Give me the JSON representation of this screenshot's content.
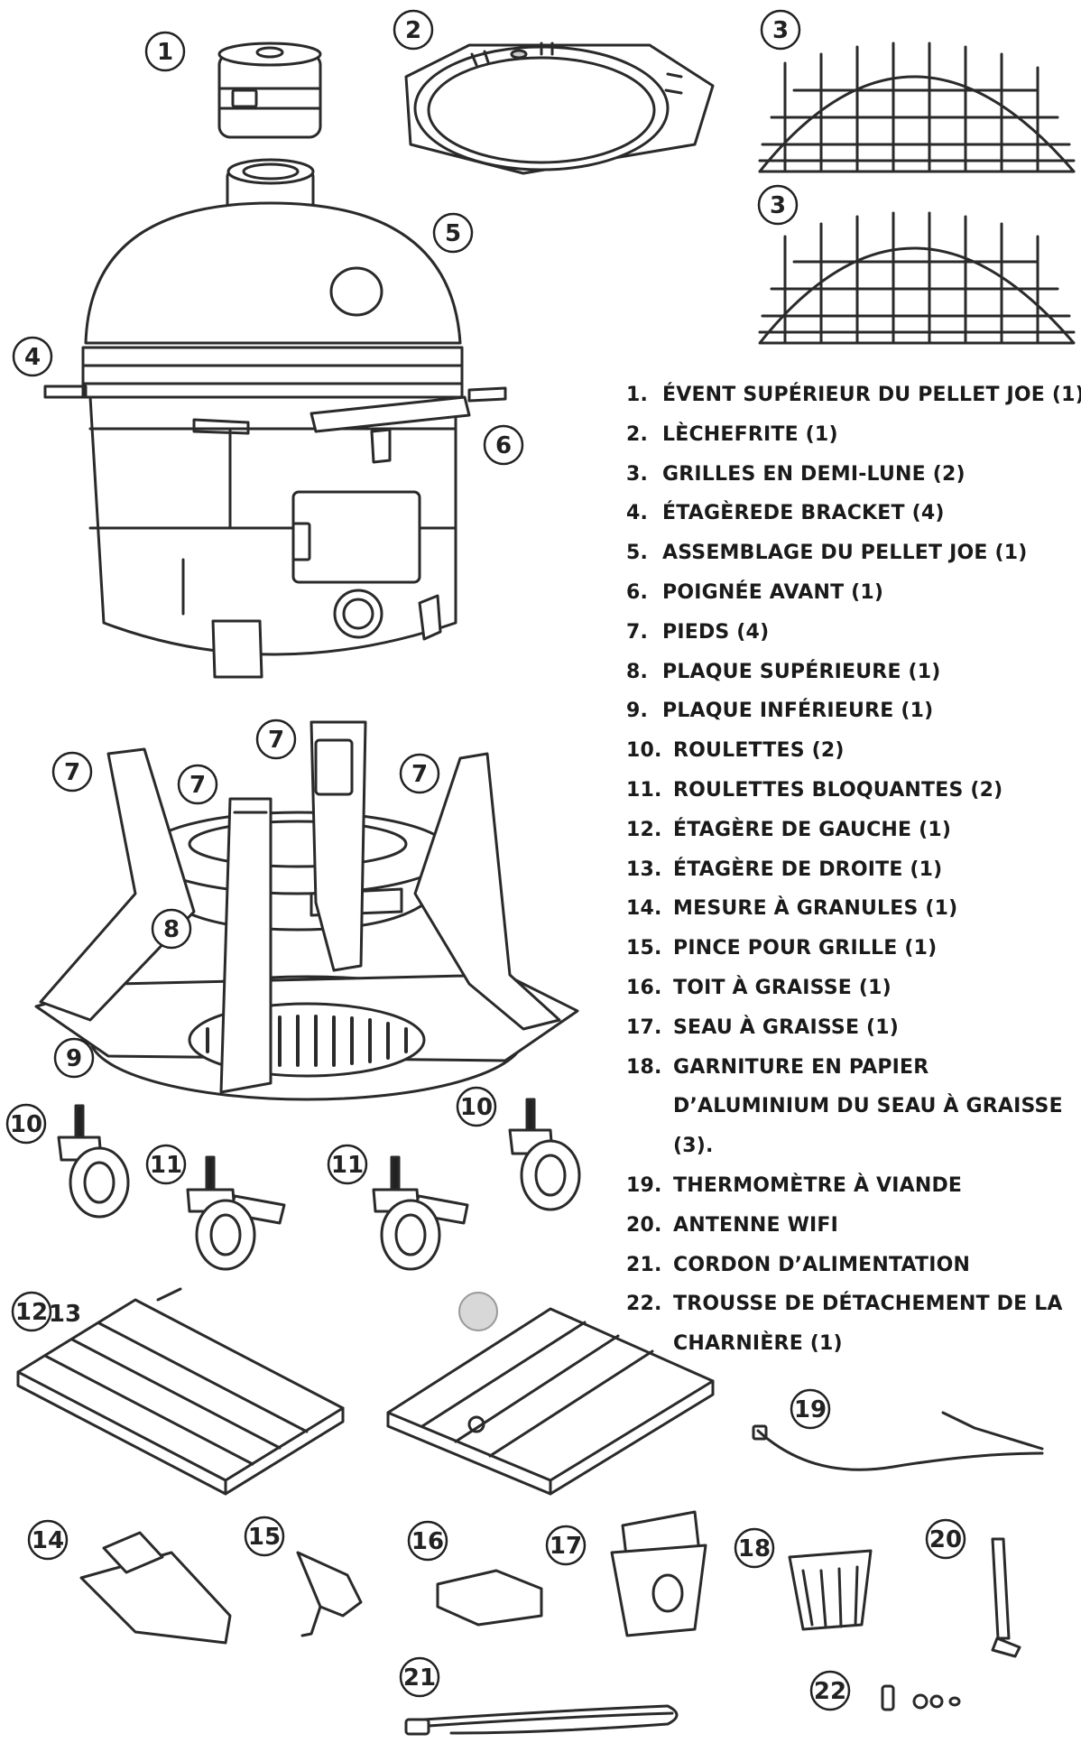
{
  "callouts": [
    "1",
    "2",
    "3",
    "3",
    "4",
    "5",
    "6",
    "7",
    "7",
    "7",
    "7",
    "8",
    "9",
    "10",
    "10",
    "11",
    "11",
    "12",
    "13",
    "14",
    "15",
    "16",
    "17",
    "18",
    "19",
    "20",
    "21",
    "22"
  ],
  "parts": [
    {
      "num": "1.",
      "label": "ÉVENT SUPÉRIEUR DU PELLET JOE (1)"
    },
    {
      "num": "2.",
      "label": "LÈCHEFRITE (1)"
    },
    {
      "num": "3.",
      "label": "GRILLES EN DEMI-LUNE (2)"
    },
    {
      "num": "4.",
      "label": "ÉTAGÈREDE BRACKET (4)"
    },
    {
      "num": "5.",
      "label": "ASSEMBLAGE DU PELLET JOE (1)"
    },
    {
      "num": "6.",
      "label": "POIGNÉE AVANT (1)"
    },
    {
      "num": "7.",
      "label": "PIEDS (4)"
    },
    {
      "num": "8.",
      "label": "PLAQUE SUPÉRIEURE (1)"
    },
    {
      "num": "9.",
      "label": "PLAQUE INFÉRIEURE (1)"
    },
    {
      "num": "10.",
      "label": "ROULETTES (2)"
    },
    {
      "num": "11.",
      "label": "ROULETTES BLOQUANTES (2)"
    },
    {
      "num": "12.",
      "label": "ÉTAGÈRE DE GAUCHE (1)"
    },
    {
      "num": "13.",
      "label": "ÉTAGÈRE DE DROITE (1)"
    },
    {
      "num": "14.",
      "label": "MESURE À GRANULES (1)"
    },
    {
      "num": "15.",
      "label": "PINCE POUR GRILLE (1)"
    },
    {
      "num": "16.",
      "label": "TOIT À GRAISSE (1)"
    },
    {
      "num": "17.",
      "label": "SEAU À GRAISSE (1)"
    },
    {
      "num": "18.",
      "label": "GARNITURE EN PAPIER D’ALUMINIUM DU SEAU À GRAISSE (3)."
    },
    {
      "num": "19.",
      "label": "THERMOMÈTRE À VIANDE"
    },
    {
      "num": "20.",
      "label": "ANTENNE WIFI"
    },
    {
      "num": "21.",
      "label": "CORDON D’ALIMENTATION"
    },
    {
      "num": "22.",
      "label": "TROUSSE DE DÉTACHEMENT DE LA CHARNIÈRE (1)"
    }
  ]
}
